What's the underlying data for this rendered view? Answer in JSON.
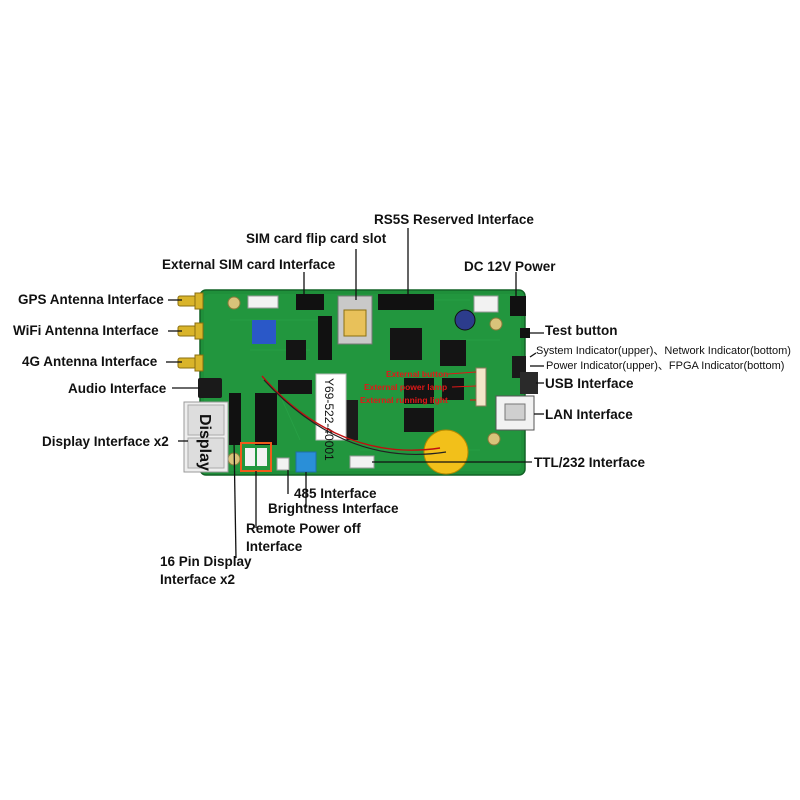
{
  "labels": {
    "rs55_reserved": "RS5S Reserved Interface",
    "sim_flip_slot": "SIM card flip card slot",
    "external_sim": "External  SIM card Interface",
    "dc_power": "DC 12V Power",
    "gps_antenna": "GPS Antenna Interface",
    "wifi_antenna": "WiFi Antenna Interface",
    "antenna_4g": "4G Antenna Interface",
    "audio": "Audio Interface",
    "display_x2": "Display Interface x2",
    "test_button": "Test button",
    "system_network_indicator": "System Indicator(upper)、Network Indicator(bottom)",
    "power_fpga_indicator": "Power Indicator(upper)、FPGA Indicator(bottom)",
    "usb": "USB Interface",
    "lan": "LAN Interface",
    "ttl_232": "TTL/232 Interface",
    "interface_485": "485 Interface",
    "brightness": "Brightness Interface",
    "remote_power_off": [
      "Remote Power off",
      "Interface"
    ],
    "pin16_display": [
      "16 Pin Display",
      "Interface x2"
    ]
  },
  "red_labels": {
    "external_button": "External button",
    "external_power_lamp": "External power lamp",
    "external_running_light": "External running light"
  },
  "board_markings": {
    "model": "Y69-522-40001",
    "display_sticker": "Display"
  },
  "colors": {
    "pcb_green": "#1f8f3a",
    "pcb_dark": "#166d2b",
    "annotation_red": "#e01818",
    "highlight_orange": "#f05a1a",
    "highlight_blue": "#1f8fd8"
  }
}
